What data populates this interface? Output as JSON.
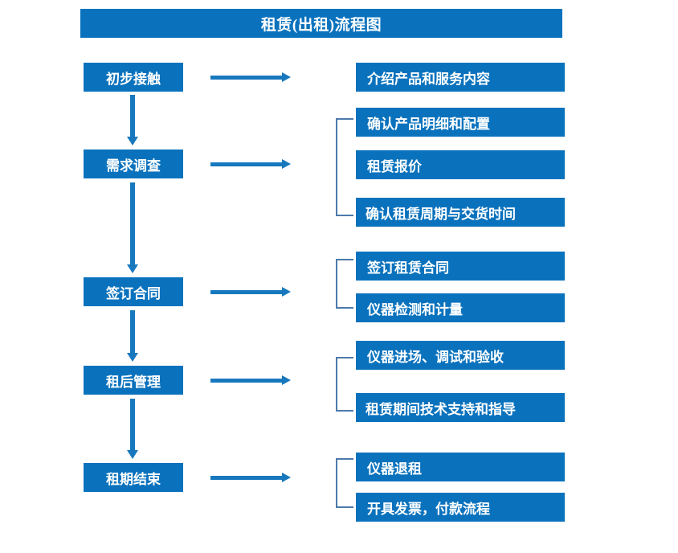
{
  "chart_data": {
    "type": "diagram",
    "title": "租赁(出租)流程图",
    "diagram_kind": "flowchart",
    "orientation": "vertical-with-branches",
    "stages": [
      {
        "id": "stage-1",
        "label": "初步接触",
        "details": [
          "介绍产品和服务内容"
        ],
        "bracketed": false
      },
      {
        "id": "stage-2",
        "label": "需求调查",
        "details": [
          "确认产品明细和配置",
          "租赁报价",
          "确认租赁周期与交货时间"
        ],
        "bracketed": true
      },
      {
        "id": "stage-3",
        "label": "签订合同",
        "details": [
          "签订租赁合同",
          "仪器检测和计量"
        ],
        "bracketed": true
      },
      {
        "id": "stage-4",
        "label": "租后管理",
        "details": [
          "仪器进场、调试和验收",
          "租赁期间技术支持和指导"
        ],
        "bracketed": true
      },
      {
        "id": "stage-5",
        "label": "租期结束",
        "details": [
          "仪器退租",
          "开具发票，付款流程"
        ],
        "bracketed": true
      }
    ]
  },
  "header": {
    "title": "租赁(出租)流程图"
  },
  "colors": {
    "box_fill": "#0A72BD",
    "box_text": "#FFFFFF",
    "arrow": "#1778BE",
    "bracket": "#4B7AAA",
    "background": "#FFFFFF"
  },
  "flow": {
    "left_nodes": [
      {
        "id": "n1",
        "label": "初步接触"
      },
      {
        "id": "n2",
        "label": "需求调查"
      },
      {
        "id": "n3",
        "label": "签订合同"
      },
      {
        "id": "n4",
        "label": "租后管理"
      },
      {
        "id": "n5",
        "label": "租期结束"
      }
    ],
    "right_nodes": [
      {
        "id": "r1",
        "label": "介绍产品和服务内容",
        "group": 1
      },
      {
        "id": "r2",
        "label": "确认产品明细和配置",
        "group": 2
      },
      {
        "id": "r3",
        "label": "租赁报价",
        "group": 2
      },
      {
        "id": "r4",
        "label": "确认租赁周期与交货时间",
        "group": 2
      },
      {
        "id": "r5",
        "label": "签订租赁合同",
        "group": 3
      },
      {
        "id": "r6",
        "label": "仪器检测和计量",
        "group": 3
      },
      {
        "id": "r7",
        "label": "仪器进场、调试和验收",
        "group": 4
      },
      {
        "id": "r8",
        "label": "租赁期间技术支持和指导",
        "group": 4
      },
      {
        "id": "r9",
        "label": "仪器退租",
        "group": 5
      },
      {
        "id": "r10",
        "label": "开具发票，付款流程",
        "group": 5
      }
    ],
    "connectors": {
      "vertical_arrow_icon": "arrow-down-icon",
      "horizontal_arrow_icon": "arrow-right-icon",
      "bracket_icon": "group-bracket-icon"
    }
  }
}
